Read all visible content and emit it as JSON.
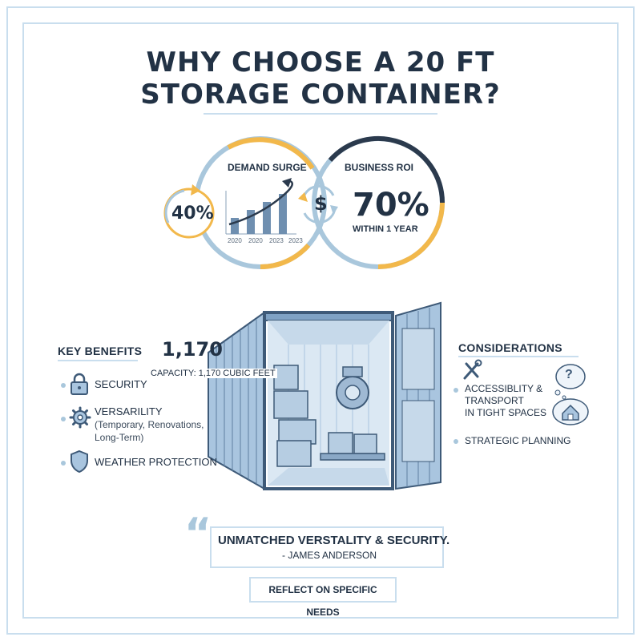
{
  "title": {
    "line1": "WHY CHOOSE A 20 FT",
    "line2": "STORAGE CONTAINER?"
  },
  "demand": {
    "label": "DEMAND SURGE",
    "percent": "40%",
    "years": [
      "2020",
      "2020",
      "2023",
      "2023"
    ],
    "bar_values": [
      2,
      3,
      4,
      5
    ]
  },
  "roi": {
    "label": "BUSINESS ROI",
    "currency_symbol": "$",
    "percent": "70%",
    "caption": "WITHIN 1 YEAR"
  },
  "capacity": {
    "number": "1,170",
    "caption": "CAPACITY: 1,170 CUBIC FEET"
  },
  "benefits": {
    "header": "KEY BENEFITS",
    "items": [
      {
        "label": "SECURITY",
        "icon": "padlock-icon"
      },
      {
        "label": "VERSARILITY",
        "detail_line1": "(Temporary, Renovations,",
        "detail_line2": "Long-Term)",
        "icon": "gear-icon"
      },
      {
        "label": "WEATHER PROTECTION",
        "icon": "shield-icon"
      }
    ]
  },
  "considerations": {
    "header": "CONSIDERATIONS",
    "items": [
      {
        "line1": "ACCESSIBLITY &",
        "line2": "TRANSPORT",
        "line3": "IN TIGHT SPACES",
        "icon": "tools-icon"
      },
      {
        "line1": "STRATEGIC PLANNING"
      }
    ],
    "thought_mark": "?"
  },
  "quote": {
    "mark": "“",
    "text": "UNMATCHED VERSTALITY & SECURITY.",
    "author": "- JAMES ANDERSON"
  },
  "cta": {
    "label": "REFLECT ON SPECIFIC NEEDS"
  },
  "colors": {
    "navy": "#223245",
    "gold": "#f2b84b",
    "light_blue": "#a9c7dc",
    "frame": "#c9deee",
    "container_blue": "#8fb4d4"
  }
}
